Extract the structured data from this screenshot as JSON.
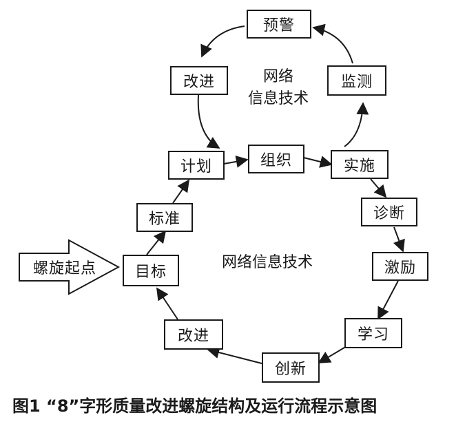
{
  "nodes": {
    "yujing": "预警",
    "gaijin_top": "改进",
    "jiance": "监测",
    "jihua": "计划",
    "zuzhi": "组织",
    "shishi": "实施",
    "biaozhun": "标准",
    "zhenduan": "诊断",
    "mubiao": "目标",
    "jili": "激励",
    "gaijin_bottom": "改进",
    "xuexi": "学习",
    "chuangxin": "创新"
  },
  "upper_loop_label": [
    "网络",
    "信息技术"
  ],
  "lower_loop_label": "网络信息技术",
  "start_label": "螺旋起点",
  "caption": "图1 “8”字形质量改进螺旋结构及运行流程示意图",
  "colors": {
    "stroke": "#1a1a1a",
    "background": "#ffffff"
  }
}
